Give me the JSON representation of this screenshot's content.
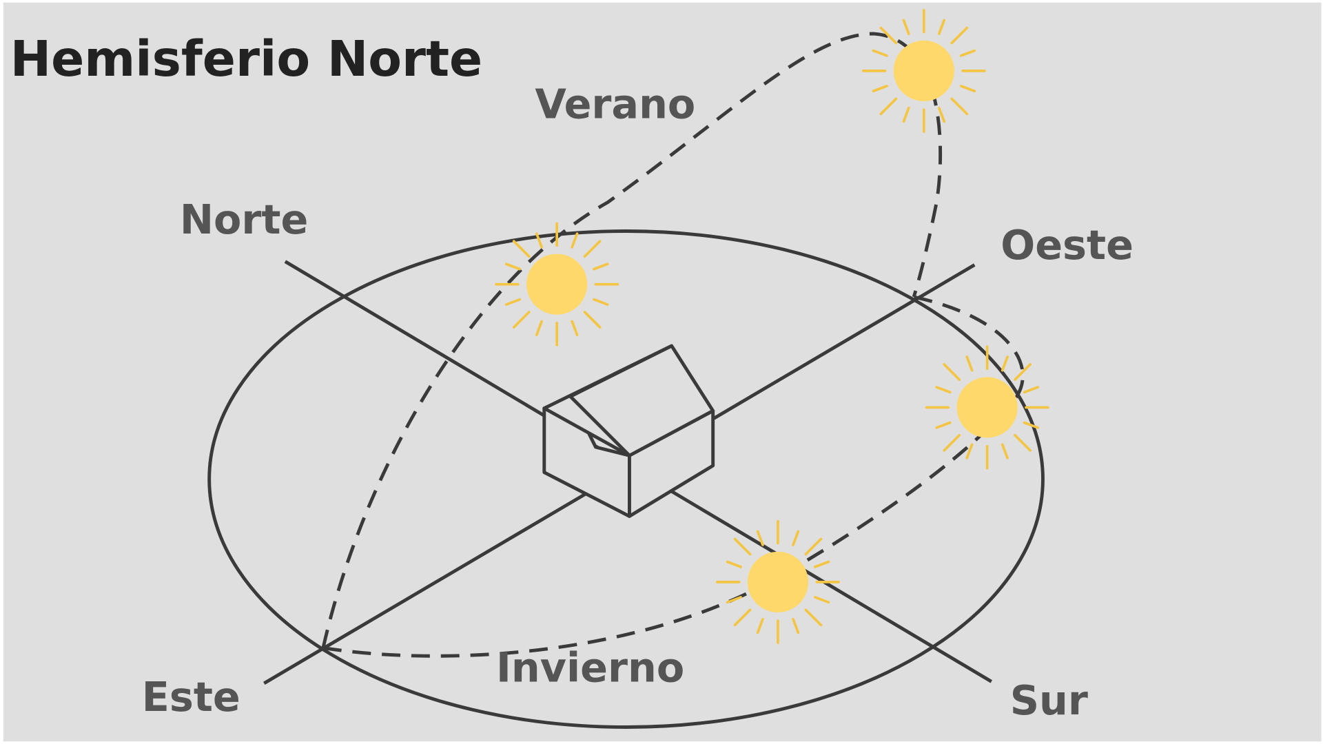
{
  "title": "Hemisferio Norte",
  "seasons": {
    "summer": "Verano",
    "winter": "Invierno"
  },
  "directions": {
    "north": "Norte",
    "west": "Oeste",
    "east": "Este",
    "south": "Sur"
  },
  "colors": {
    "background": "#dfdfdf",
    "line": "#3a3a3a",
    "title_text": "#222222",
    "label_text": "#555555",
    "sun_fill": "#ffd86b",
    "sun_rays": "#f4c542"
  },
  "icons": {
    "sun": "sun-icon",
    "house": "house-icon"
  }
}
